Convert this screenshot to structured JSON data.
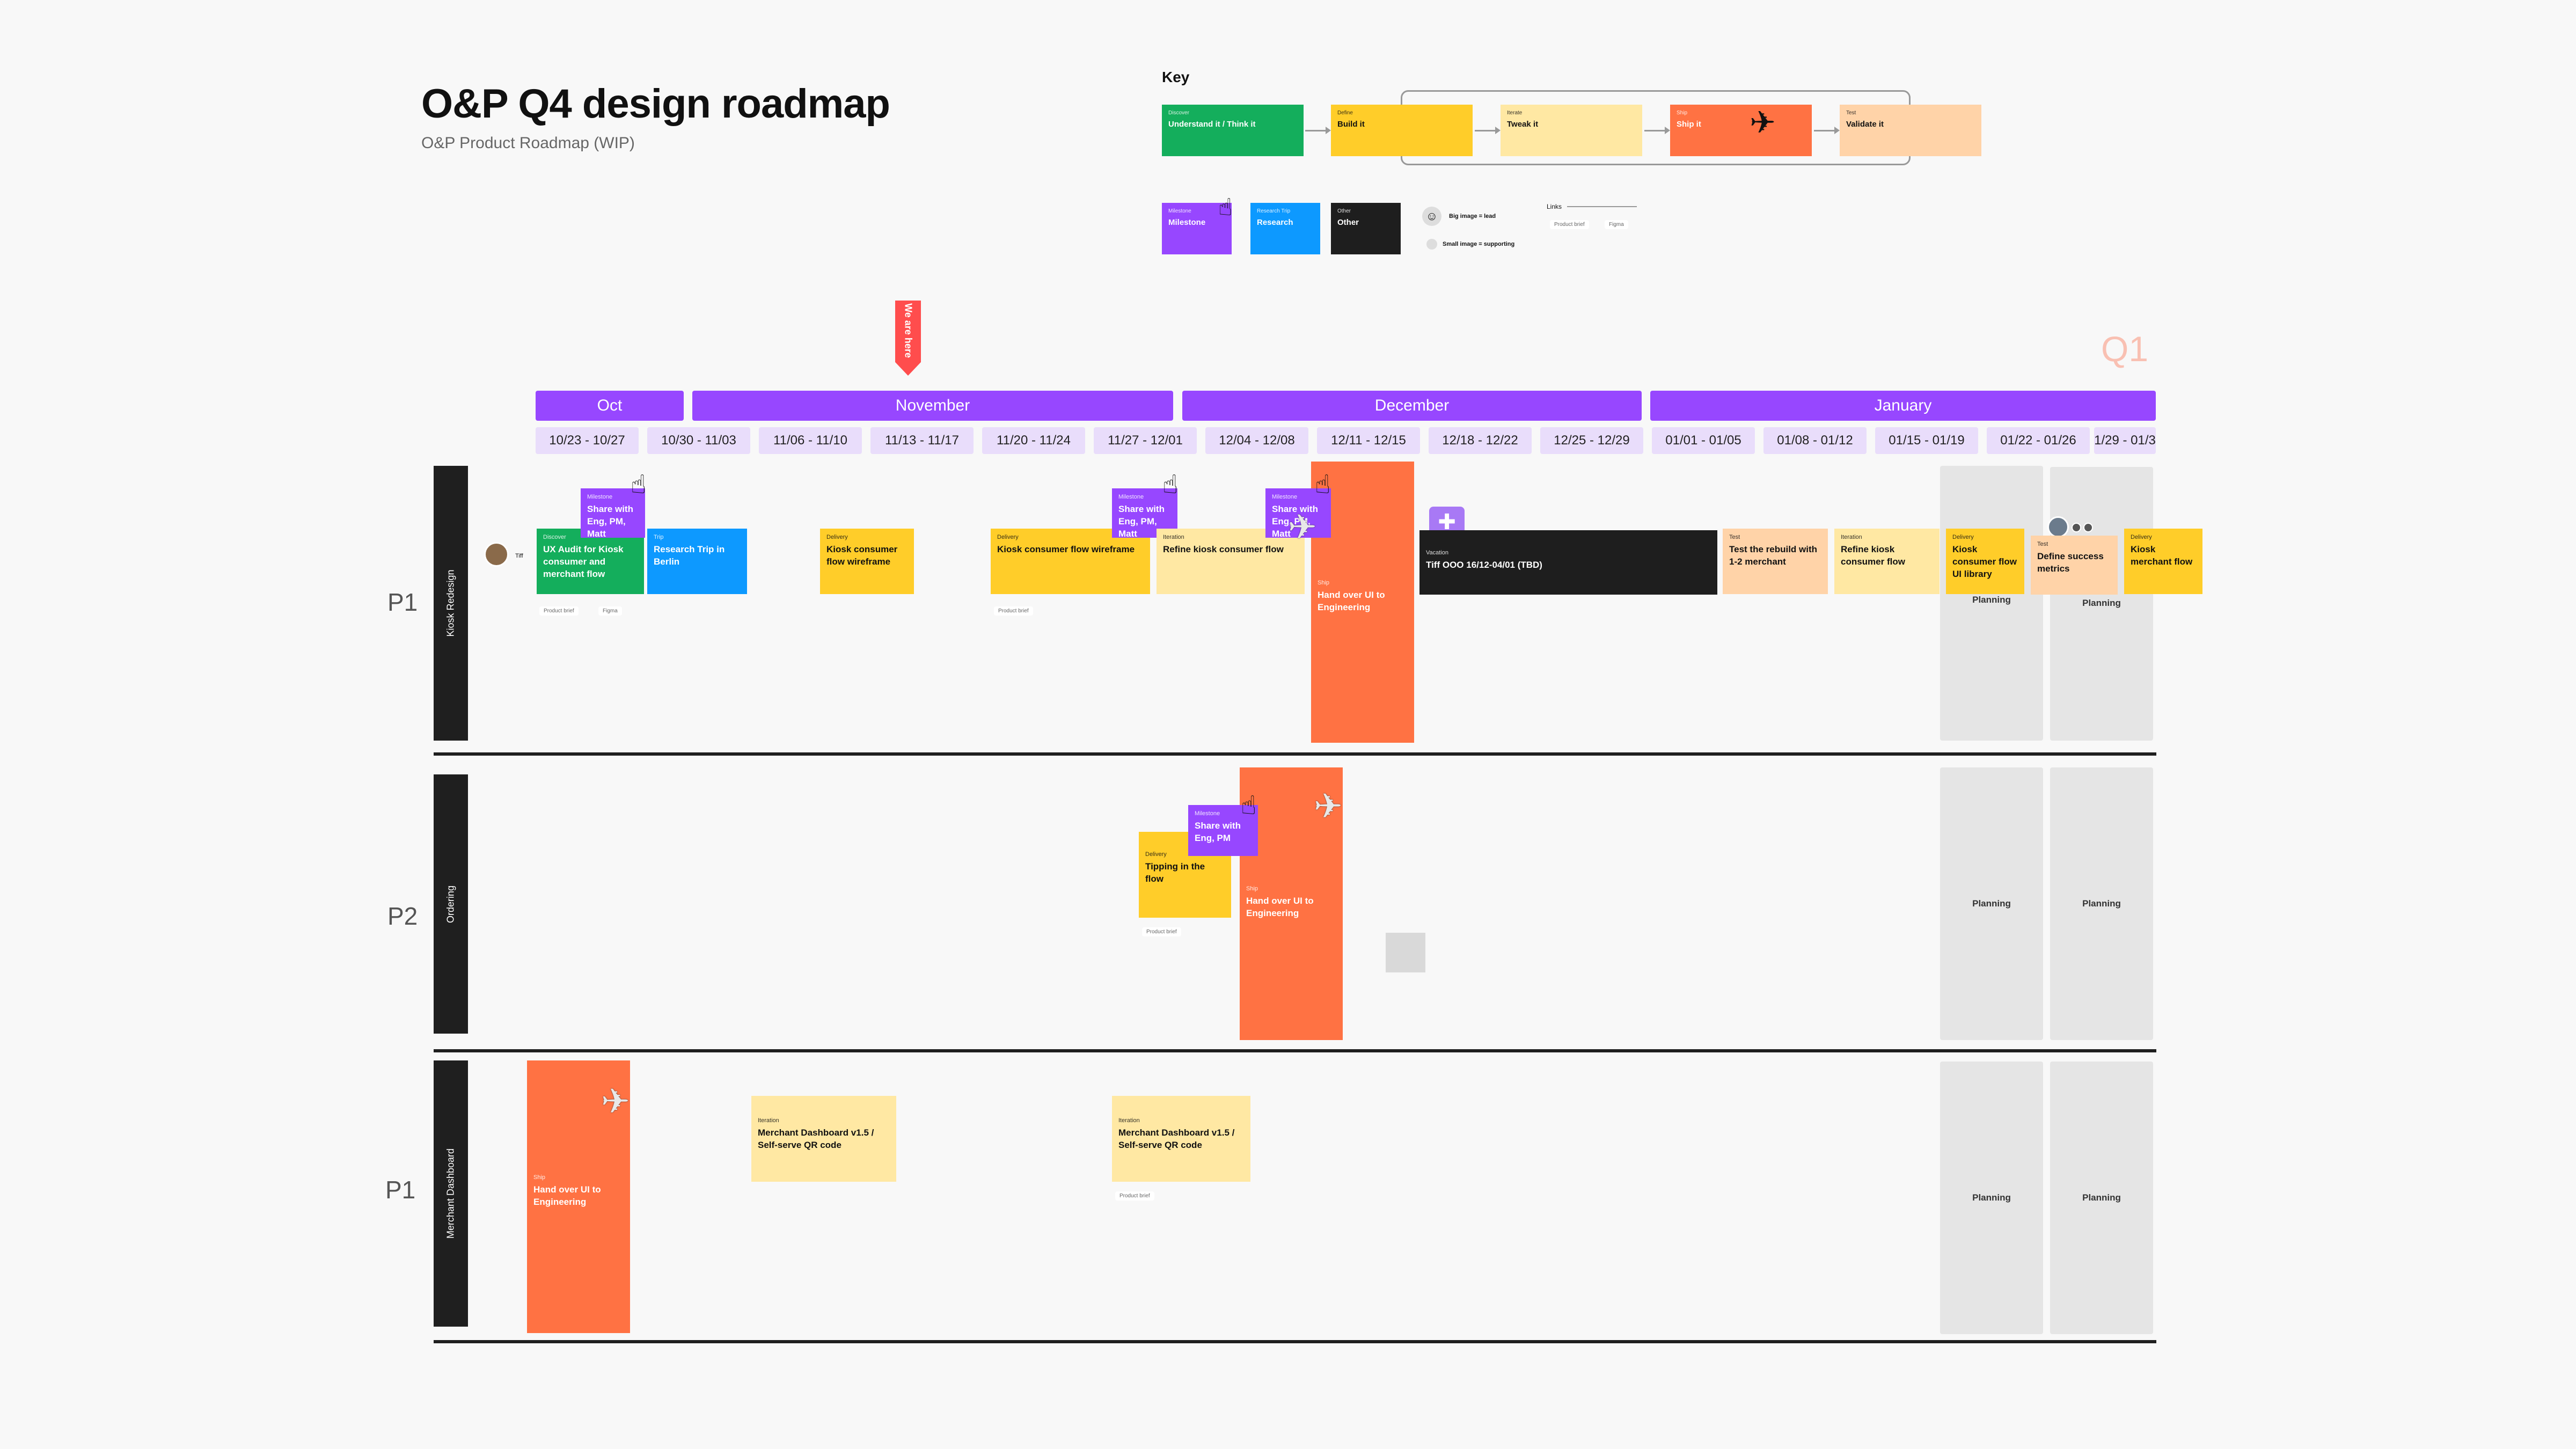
{
  "header": {
    "title": "O&P Q4 design roadmap",
    "subtitle": "O&P Product Roadmap (WIP)"
  },
  "key": {
    "label": "Key",
    "flow": [
      {
        "type": "Discover",
        "label": "Understand it / Think it"
      },
      {
        "type": "Define",
        "label": "Build it"
      },
      {
        "type": "Iterate",
        "label": "Tweak it"
      },
      {
        "type": "Ship",
        "label": "Ship it"
      },
      {
        "type": "Test",
        "label": "Validate it"
      }
    ],
    "categories": [
      {
        "type": "Milestone",
        "label": "Milestone"
      },
      {
        "type": "Research Trip",
        "label": "Research"
      },
      {
        "type": "Other",
        "label": "Other"
      }
    ],
    "image_legend": {
      "big": "Big image = lead",
      "small": "Small image = supporting"
    },
    "links": {
      "label": "Links",
      "product_brief": "Product brief",
      "figma": "Figma"
    }
  },
  "q1_label": "Q1",
  "we_are_here": "We are here",
  "months": [
    "Oct",
    "November",
    "December",
    "January"
  ],
  "weeks": [
    "10/23 - 10/27",
    "10/30 - 11/03",
    "11/06 - 11/10",
    "11/13 - 11/17",
    "11/20 - 11/24",
    "11/27 - 12/01",
    "12/04 - 12/08",
    "12/11 - 12/15",
    "12/18 - 12/22",
    "12/25 - 12/29",
    "01/01 - 01/05",
    "01/08 - 01/12",
    "01/15 - 01/19",
    "01/22 - 01/26",
    "1/29 - 01/3"
  ],
  "lanes": [
    {
      "name": "Kiosk Redesign",
      "priority": "P1"
    },
    {
      "name": "Ordering",
      "priority": "P2"
    },
    {
      "name": "Merchant Dashboard",
      "priority": "P1"
    }
  ],
  "planning_label": "Planning",
  "tags": {
    "product_brief": "Product brief",
    "figma": "Figma"
  },
  "owner_name": "Tiff",
  "lane1": {
    "discover": {
      "type": "Discover",
      "label": "UX Audit for Kiosk consumer and merchant flow"
    },
    "milestone1": {
      "type": "Milestone",
      "label": "Share with Eng, PM, Matt"
    },
    "trip": {
      "type": "Trip",
      "label": "Research Trip in Berlin"
    },
    "delivery1": {
      "type": "Delivery",
      "label": "Kiosk consumer flow wireframe"
    },
    "delivery2": {
      "type": "Delivery",
      "label": "Kiosk consumer flow wireframe"
    },
    "milestone2": {
      "type": "Milestone",
      "label": "Share with Eng, PM, Matt"
    },
    "iteration1": {
      "type": "Iteration",
      "label": "Refine kiosk consumer flow"
    },
    "milestone3": {
      "type": "Milestone",
      "label": "Share with Eng, PM, Matt"
    },
    "ship": {
      "type": "Ship",
      "label": "Hand over UI to Engineering"
    },
    "vacation": {
      "type": "Vacation",
      "label": "Tiff OOO 16/12-04/01 (TBD)"
    },
    "test1": {
      "type": "Test",
      "label": "Test the rebuild with 1-2 merchant"
    },
    "iteration2": {
      "type": "Iteration",
      "label": "Refine kiosk consumer flow"
    },
    "delivery3": {
      "type": "Delivery",
      "label": "Kiosk consumer flow UI library"
    },
    "test2": {
      "type": "Test",
      "label": "Define success metrics"
    },
    "delivery4": {
      "type": "Delivery",
      "label": "Kiosk merchant flow"
    }
  },
  "lane2": {
    "delivery": {
      "type": "Delivery",
      "label": "Tipping in the flow"
    },
    "milestone": {
      "type": "Milestone",
      "label": "Share with Eng, PM"
    },
    "ship": {
      "type": "Ship",
      "label": "Hand over UI to Engineering"
    }
  },
  "lane3": {
    "ship": {
      "type": "Ship",
      "label": "Hand over UI to Engineering"
    },
    "iteration1": {
      "type": "Iteration",
      "label": "Merchant Dashboard v1.5 / Self-serve QR code"
    },
    "iteration2": {
      "type": "Iteration",
      "label": "Merchant Dashboard v1.5 / Self-serve QR code"
    }
  },
  "colors": {
    "milestone": "#9747ff",
    "discover": "#14ae5c",
    "research": "#0d99ff",
    "delivery": "#ffcd29",
    "iteration": "#ffe8a3",
    "ship": "#ff7243",
    "test": "#ffd3a8",
    "other": "#1e1e1e"
  },
  "icons": {
    "milestone": "pointing-hand-icon",
    "ship": "paper-plane-hand-icon",
    "vacation": "gift-icon"
  }
}
